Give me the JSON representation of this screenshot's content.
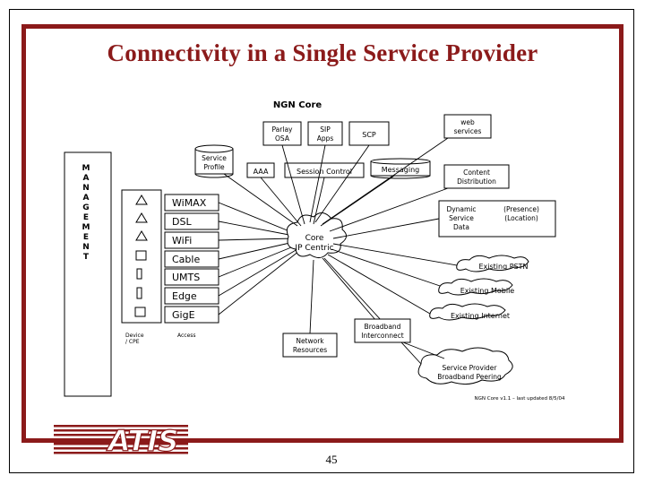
{
  "slide": {
    "title": "Connectivity in a Single Service Provider",
    "page_number": "45",
    "logo_text": "ATIS"
  },
  "diagram": {
    "core_label": "NGN Core",
    "management_letters": [
      "M",
      "A",
      "N",
      "A",
      "G",
      "E",
      "M",
      "E",
      "N",
      "T"
    ],
    "access": [
      "WiMAX",
      "DSL",
      "WiFi",
      "Cable",
      "UMTS",
      "Edge",
      "GigE"
    ],
    "device_label": [
      "Device",
      "/ CPE"
    ],
    "access_label": "Access",
    "core_center": [
      "Core",
      "IP Centric"
    ],
    "top_boxes": {
      "parlay": [
        "Parlay",
        "OSA"
      ],
      "sip": [
        "SIP",
        "Apps"
      ],
      "scp": "SCP",
      "web": [
        "web",
        "services"
      ]
    },
    "service_profile": [
      "Service",
      "Profile"
    ],
    "aaa": "AAA",
    "session_control": "Session Control",
    "messaging": "Messaging",
    "content": [
      "Content",
      "Distribution"
    ],
    "dynamic": [
      "Dynamic",
      "Service",
      "Data",
      "(Presence)",
      "(Location)"
    ],
    "existing": [
      "Existing PSTN",
      "Existing Mobile",
      "Existing Internet"
    ],
    "broadband_interconnect": [
      "Broadband",
      "Interconnect"
    ],
    "network_resources": [
      "Network",
      "Resources"
    ],
    "peering": [
      "Service Provider",
      "Broadband Peering"
    ],
    "version_note": "NGN Core v1.1 – last updated 8/5/04"
  }
}
